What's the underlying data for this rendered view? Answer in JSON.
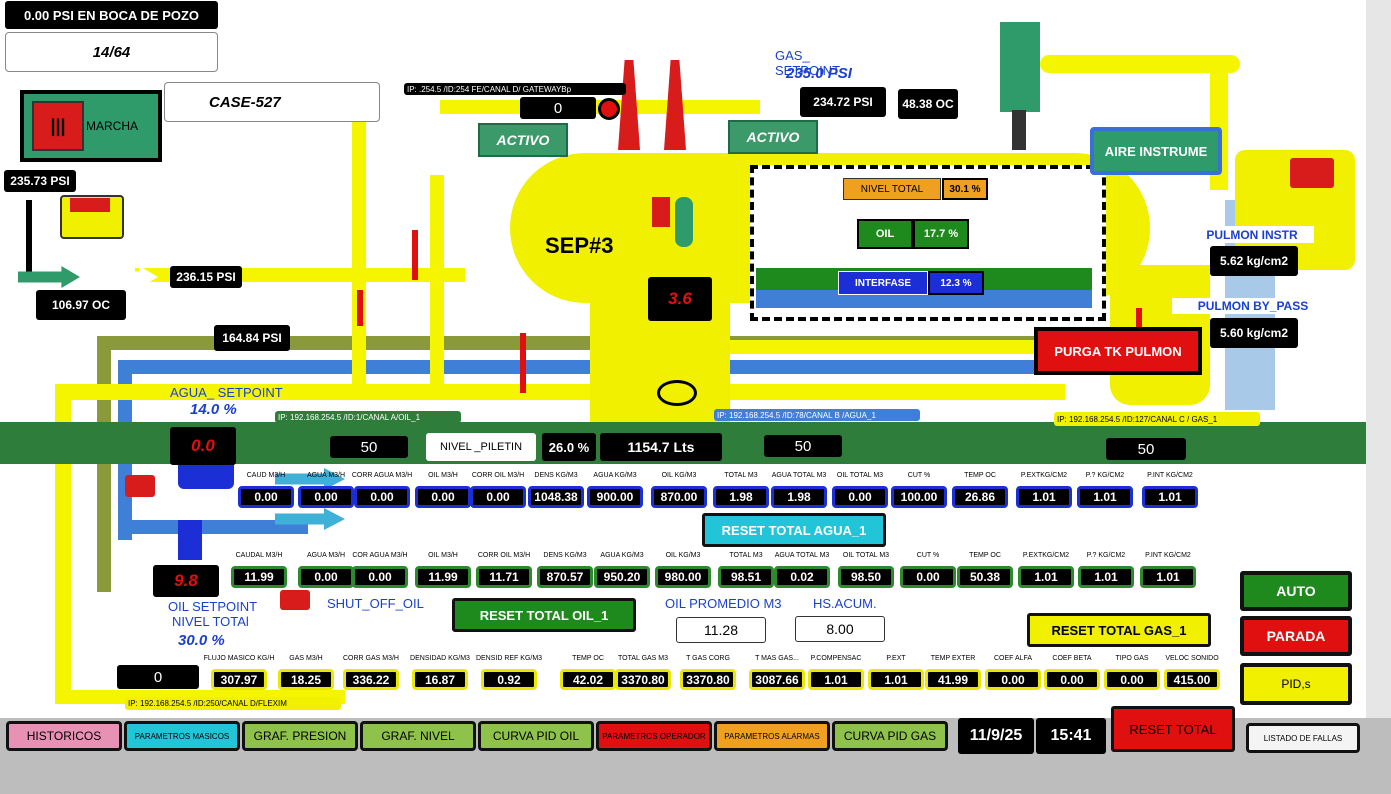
{
  "header": {
    "boca_pozo": "0.00 PSI EN BOCA DE POZO",
    "choke": "14/64",
    "case": "CASE-527",
    "marcha": "MARCHA"
  },
  "left": {
    "p_in": "235.73 PSI",
    "temp_in": "106.97 OC",
    "p_line": "236.15 PSI",
    "p_agua": "164.84 PSI"
  },
  "gateway": {
    "ip": "IP: .254.5 /ID:254 FE/CANAL D/ GATEWAYBp",
    "value": "0"
  },
  "status": {
    "activo1": "ACTIVO",
    "activo2": "ACTIVO"
  },
  "gas_sp": {
    "label": "GAS_ SETPOINT",
    "value": "235.0 PSI",
    "press": "234.72 PSI",
    "temp": "48.38 OC"
  },
  "aire": "AIRE INSTRUME",
  "sep": {
    "title": "SEP#3",
    "valve": "3.6"
  },
  "levels": {
    "nivel_label": "NIVEL TOTAL",
    "nivel_val": "30.1 %",
    "oil_label": "OIL",
    "oil_val": "17.7 %",
    "inter_label": "INTERFASE",
    "inter_val": "12.3 %"
  },
  "pulmon": {
    "instr_label": "PULMON INSTR",
    "instr_val": "5.62 kg/cm2",
    "bp_label": "PULMON BY_PASS",
    "bp_val": "5.60 kg/cm2",
    "purga": "PURGA TK PULMON"
  },
  "agua_sp": {
    "label": "AGUA_ SETPOINT",
    "value": "14.0 %",
    "valve": "0.0"
  },
  "ips": {
    "agua": "IP: 192.168.254.5 /ID:1/CANAL A/OIL_1",
    "oil": "IP: 192.168.254.5 /ID:78/CANAL B /AGUA_1",
    "gas": "IP: 192.168.254.5 /ID:127/CANAL C / GAS_1",
    "flexim": "IP: 192.168.254.5 /ID:250/CANAL D/FLEXIM"
  },
  "band": {
    "v1": "50",
    "piletin_label": "NIVEL _PILETIN",
    "piletin_pct": "26.0 %",
    "lts": "1154.7 Lts",
    "v2": "50",
    "v3": "50"
  },
  "agua_row": [
    {
      "h": "CAUD  M3/H",
      "v": "0.00"
    },
    {
      "h": "AGUA M3/H",
      "v": "0.00"
    },
    {
      "h": "CORR AGUA M3/H",
      "v": "0.00"
    },
    {
      "h": "OIL M3/H",
      "v": "0.00"
    },
    {
      "h": "CORR OIL M3/H",
      "v": "0.00"
    },
    {
      "h": "DENS KG/M3",
      "v": "1048.38"
    },
    {
      "h": "AGUA KG/M3",
      "v": "900.00"
    },
    {
      "h": "OIL KG/M3",
      "v": "870.00"
    },
    {
      "h": "TOTAL M3",
      "v": "1.98"
    },
    {
      "h": "AGUA TOTAL M3",
      "v": "1.98"
    },
    {
      "h": "OIL TOTAL M3",
      "v": "0.00"
    },
    {
      "h": "CUT %",
      "v": "100.00"
    },
    {
      "h": "TEMP OC",
      "v": "26.86"
    },
    {
      "h": "P.EXTKG/CM2",
      "v": "1.01"
    },
    {
      "h": "P.? KG/CM2",
      "v": "1.01"
    },
    {
      "h": "P.INT KG/CM2",
      "v": "1.01"
    }
  ],
  "reset_agua": "RESET TOTAL AGUA_1",
  "oil_row": [
    {
      "h": "CAUDAL M3/H",
      "v": "11.99"
    },
    {
      "h": "AGUA M3/H",
      "v": "0.00"
    },
    {
      "h": "COR AGUA M3/H",
      "v": "0.00"
    },
    {
      "h": "OIL M3/H",
      "v": "11.99"
    },
    {
      "h": "CORR OIL M3/H",
      "v": "11.71"
    },
    {
      "h": "DENS KG/M3",
      "v": "870.57"
    },
    {
      "h": "AGUA KG/M3",
      "v": "950.20"
    },
    {
      "h": "OIL KG/M3",
      "v": "980.00"
    },
    {
      "h": "TOTAL M3",
      "v": "98.51"
    },
    {
      "h": "AGUA TOTAL M3",
      "v": "0.02"
    },
    {
      "h": "OIL TOTAL M3",
      "v": "98.50"
    },
    {
      "h": "CUT %",
      "v": "0.00"
    },
    {
      "h": "TEMP OC",
      "v": "50.38"
    },
    {
      "h": "P.EXTKG/CM2",
      "v": "1.01"
    },
    {
      "h": "P.? KG/CM2",
      "v": "1.01"
    },
    {
      "h": "P.INT KG/CM2",
      "v": "1.01"
    }
  ],
  "oil_sp": {
    "valve": "9.8",
    "label1": "OIL  SETPOINT",
    "label2": "NIVEL TOTAl",
    "value": "30.0 %",
    "shutoff": "SHUT_OFF_OIL",
    "reset": "RESET TOTAL OIL_1",
    "prom_label": "OIL PROMEDIO M3",
    "prom_val": "11.28",
    "hs_label": "HS.ACUM.",
    "hs_val": "8.00"
  },
  "reset_gas": "RESET TOTAL GAS_1",
  "modes": {
    "auto": "AUTO",
    "parada": "PARADA",
    "pid": "PID,s"
  },
  "gas_row": [
    {
      "h": "FLUJO MASICO KG/H",
      "v": "307.97"
    },
    {
      "h": "GAS M3/H",
      "v": "18.25"
    },
    {
      "h": "CORR GAS M3/H",
      "v": "336.22"
    },
    {
      "h": "DENSIDAD KG/M3",
      "v": "16.87"
    },
    {
      "h": "DENSID REF KG/M3",
      "v": "0.92"
    },
    {
      "h": "TEMP OC",
      "v": "42.02"
    },
    {
      "h": "TOTAL GAS M3",
      "v": "3370.80"
    },
    {
      "h": "T GAS CORG",
      "v": "3370.80"
    },
    {
      "h": "T MAS GAS...",
      "v": "3087.66"
    },
    {
      "h": "P.COMPENSAC",
      "v": "1.01"
    },
    {
      "h": "P.EXT",
      "v": "1.01"
    },
    {
      "h": "TEMP EXTER",
      "v": "41.99"
    },
    {
      "h": "COEF ALFA",
      "v": "0.00"
    },
    {
      "h": "COEF BETA",
      "v": "0.00"
    },
    {
      "h": "TIPO GAS",
      "v": "0.00"
    },
    {
      "h": "VELOC SONIDO",
      "v": "415.00"
    }
  ],
  "gas_zero": "0",
  "nav": {
    "historicos": "HISTORICOS",
    "masicos": "PARAMETROS MASICOS",
    "presion": "GRAF. PRESION",
    "nivel": "GRAF. NIVEL",
    "pid_oil": "CURVA PID OIL",
    "operador": "PARAMETROS OPERADOR",
    "alarmas": "PARAMETROS ALARMAS",
    "pid_gas": "CURVA PID GAS",
    "date": "11/9/25",
    "time": "15:41",
    "reset_total": "RESET TOTAL",
    "fallas": "LISTADO DE FALLAS"
  }
}
